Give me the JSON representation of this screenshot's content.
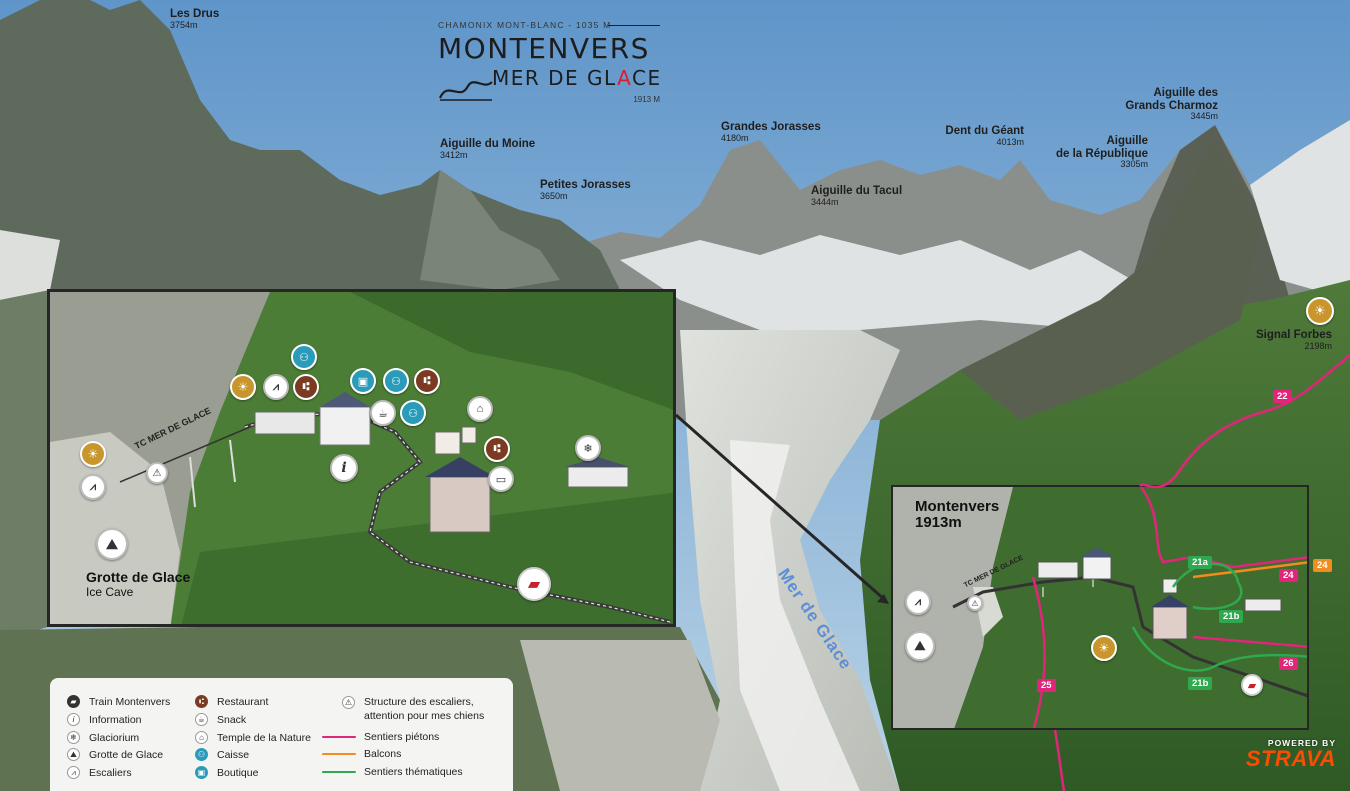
{
  "logo": {
    "subtitle": "CHAMONIX MONT-BLANC - 1035 M",
    "title": "MONTENVERS",
    "subtitle2_a": "MER DE GL",
    "subtitle2_b": "A",
    "subtitle2_c": "CE",
    "altitude": "1913 M"
  },
  "peaks": [
    {
      "name": "Les Drus",
      "alt": "3754m"
    },
    {
      "name": "Aiguille du Moine",
      "alt": "3412m"
    },
    {
      "name": "Petites Jorasses",
      "alt": "3650m"
    },
    {
      "name": "Grandes Jorasses",
      "alt": "4180m"
    },
    {
      "name": "Aiguille du Tacul",
      "alt": "3444m"
    },
    {
      "name": "Dent du Géant",
      "alt": "4013m"
    },
    {
      "name": "Aiguille\nde la République",
      "alt": "3305m"
    },
    {
      "name": "Aiguille des\nGrands Charmoz",
      "alt": "3445m"
    },
    {
      "name": "Signal Forbes",
      "alt": "2198m"
    }
  ],
  "glacier_label": "Mer de Glace",
  "inset_left": {
    "cable_label": "TC MER DE GLACE",
    "cave_title": "Grotte de Glace",
    "cave_subtitle": "Ice Cave"
  },
  "inset_right": {
    "title": "Montenvers",
    "altitude": "1913m",
    "cable_label": "TC MER DE GLACE"
  },
  "trails": [
    "22",
    "21a",
    "24",
    "24",
    "21b",
    "26",
    "21b",
    "25"
  ],
  "legend": {
    "col1": [
      "Train Montenvers",
      "Information",
      "Glaciorium",
      "Grotte de Glace",
      "Escaliers"
    ],
    "col2": [
      "Restaurant",
      "Snack",
      "Temple de la Nature",
      "Caisse",
      "Boutique"
    ],
    "col3_line1": "Structure des escaliers,",
    "col3_line2": "attention pour mes chiens",
    "col3_lines": [
      "Sentiers piétons",
      "Balcons",
      "Sentiers thématiques"
    ]
  },
  "colors": {
    "pedestrian": "#e0257a",
    "balcony": "#f28c1e",
    "thematic": "#2fa84f",
    "restaurant": "#7a3b22",
    "teal": "#2a9bb8",
    "gold": "#c9962e",
    "strava": "#fc4c02"
  },
  "footer": {
    "powered": "POWERED BY",
    "brand": "STRAVA"
  }
}
